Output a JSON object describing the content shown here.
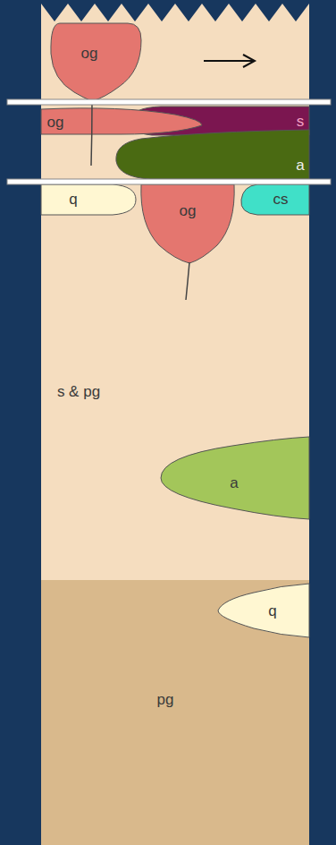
{
  "diagram": {
    "nodes": [
      {
        "text": [
          "og"
        ]
      },
      {
        "text": [
          "s"
        ]
      },
      {
        "text": [
          "og"
        ]
      },
      {
        "text": [
          "a"
        ]
      },
      {
        "text": [
          "q"
        ]
      },
      {
        "text": [
          "og"
        ]
      },
      {
        "text": [
          "cs"
        ]
      },
      {
        "text": [
          "s & pg"
        ]
      },
      {
        "text": [
          "a"
        ],
        "in": 7
      },
      {
        "text": [
          "pg"
        ]
      },
      {
        "text": [
          "q"
        ],
        "in": 9
      }
    ]
  }
}
